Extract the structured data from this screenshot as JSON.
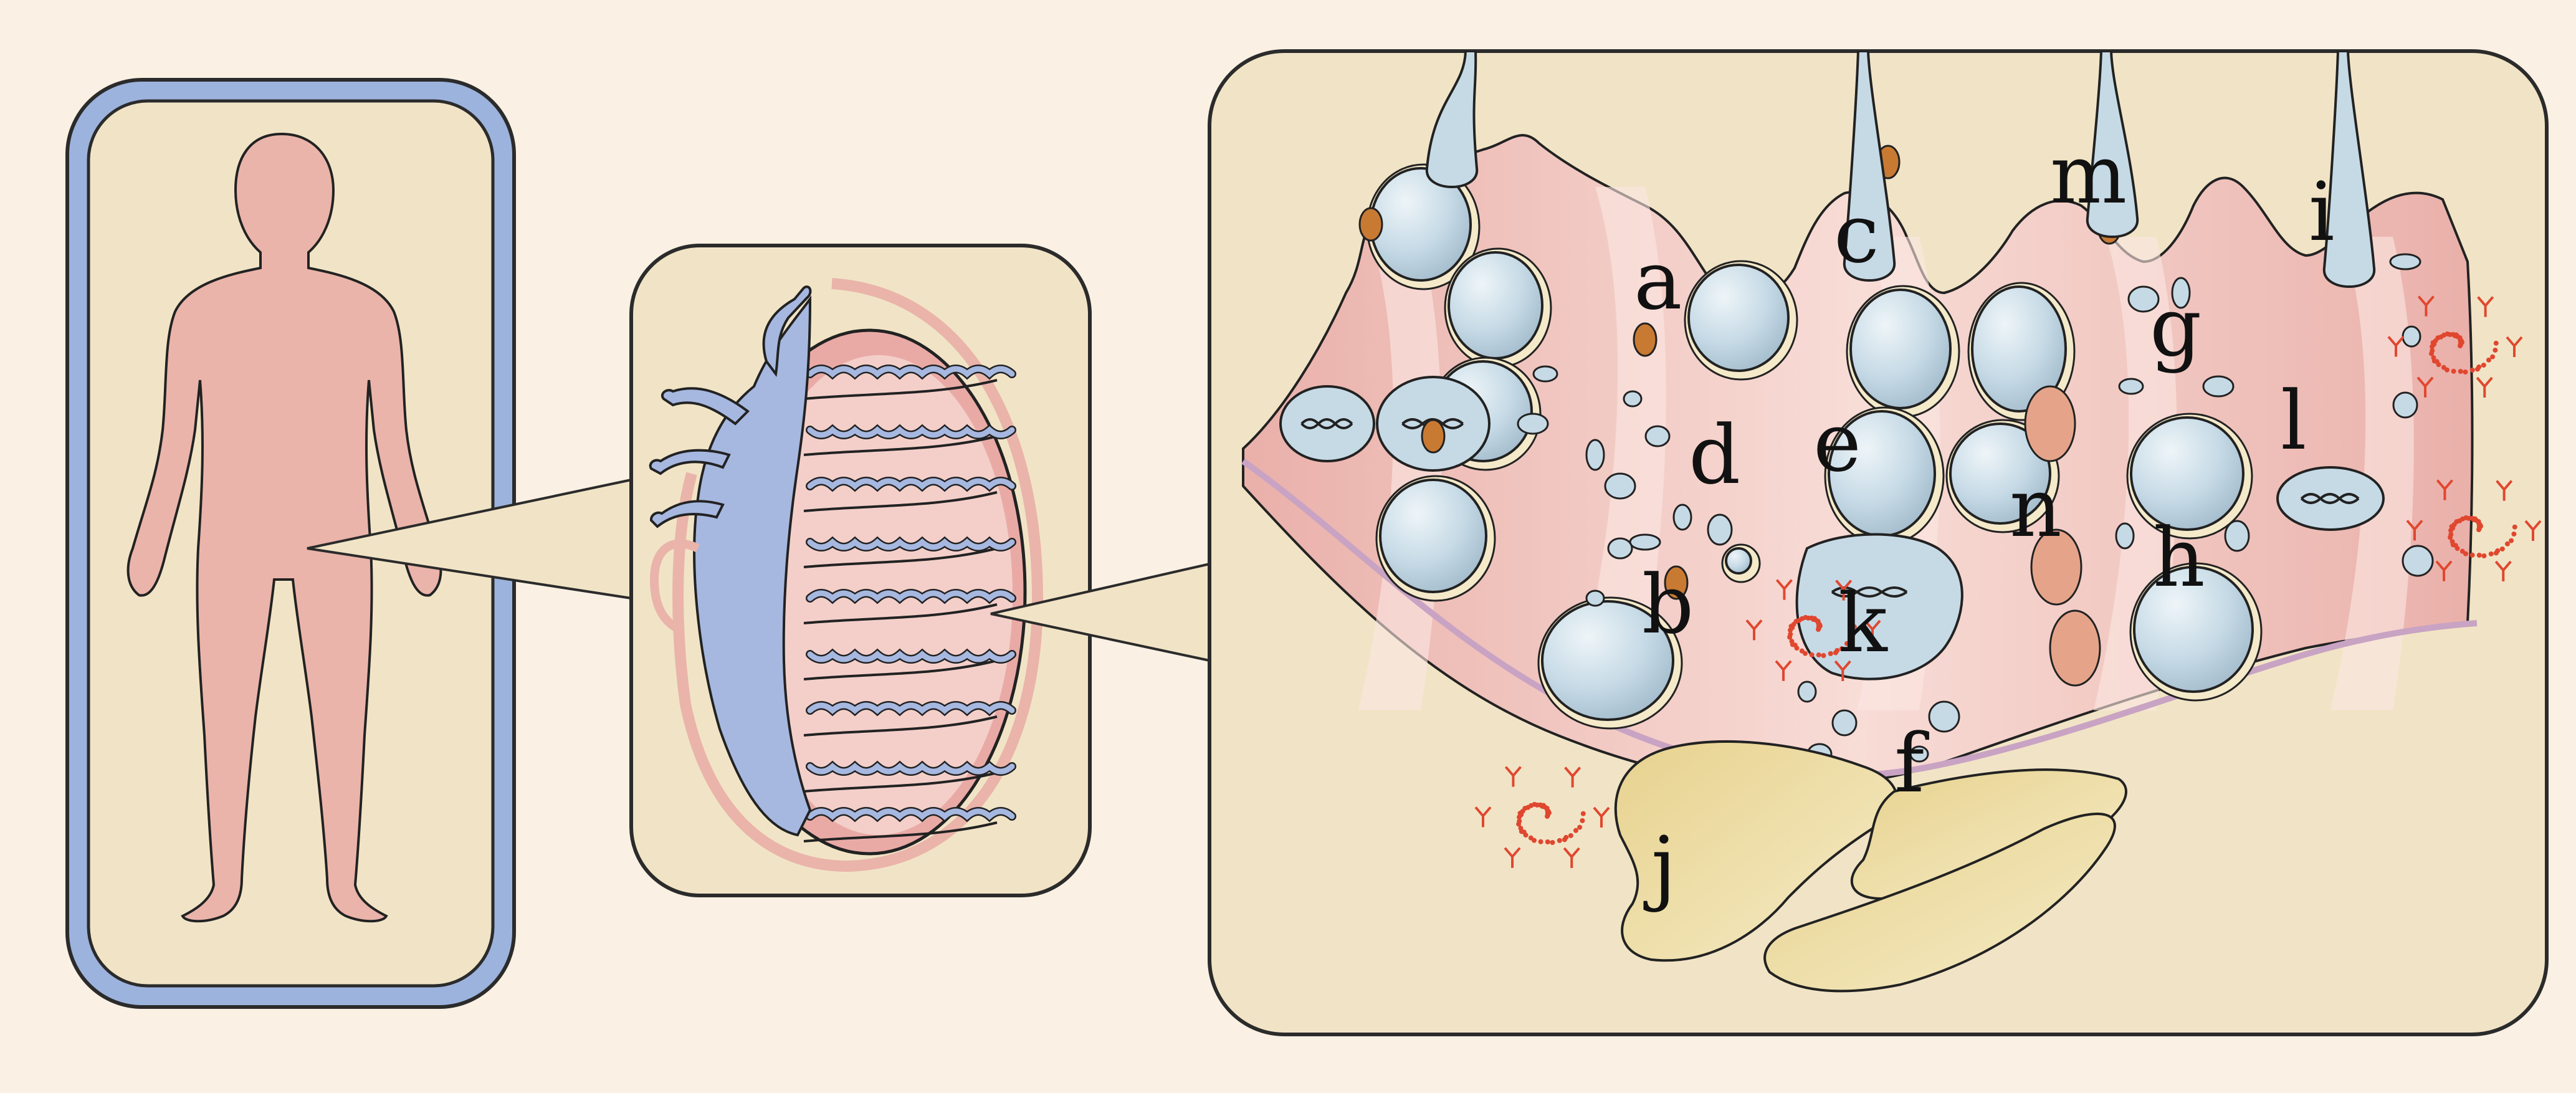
{
  "labels": {
    "a": "a",
    "b": "b",
    "c": "c",
    "d": "d",
    "e": "e",
    "f": "f",
    "g": "g",
    "h": "h",
    "i": "i",
    "j": "j",
    "k": "k",
    "l": "l",
    "m": "m",
    "n": "n"
  },
  "colors": {
    "background": "#faf0e3",
    "panel_fill": "#f1e4c6",
    "panel_border": "#2b2b2b",
    "body_border": "#9cb3dd",
    "skin": "#eab4aa",
    "tubule": "#f4cfc9",
    "tubule_dark": "#e9aaa6",
    "duct": "#a6b8e0",
    "cell": "#c6dae6",
    "cell_highlight": "#eef5f8",
    "interstitial": "#ecdba2",
    "basement": "#c9a3c3",
    "antibody": "#e0472f",
    "residual": "#e5a48a",
    "organelle": "#c97a32",
    "outline": "#222222"
  },
  "icons": {
    "human": "human-silhouette-icon",
    "organ": "testis-cross-section-icon",
    "spermatogonia": "germ-cell-icon",
    "antibody": "antibody-y-icon",
    "dna": "chromosome-icon"
  }
}
